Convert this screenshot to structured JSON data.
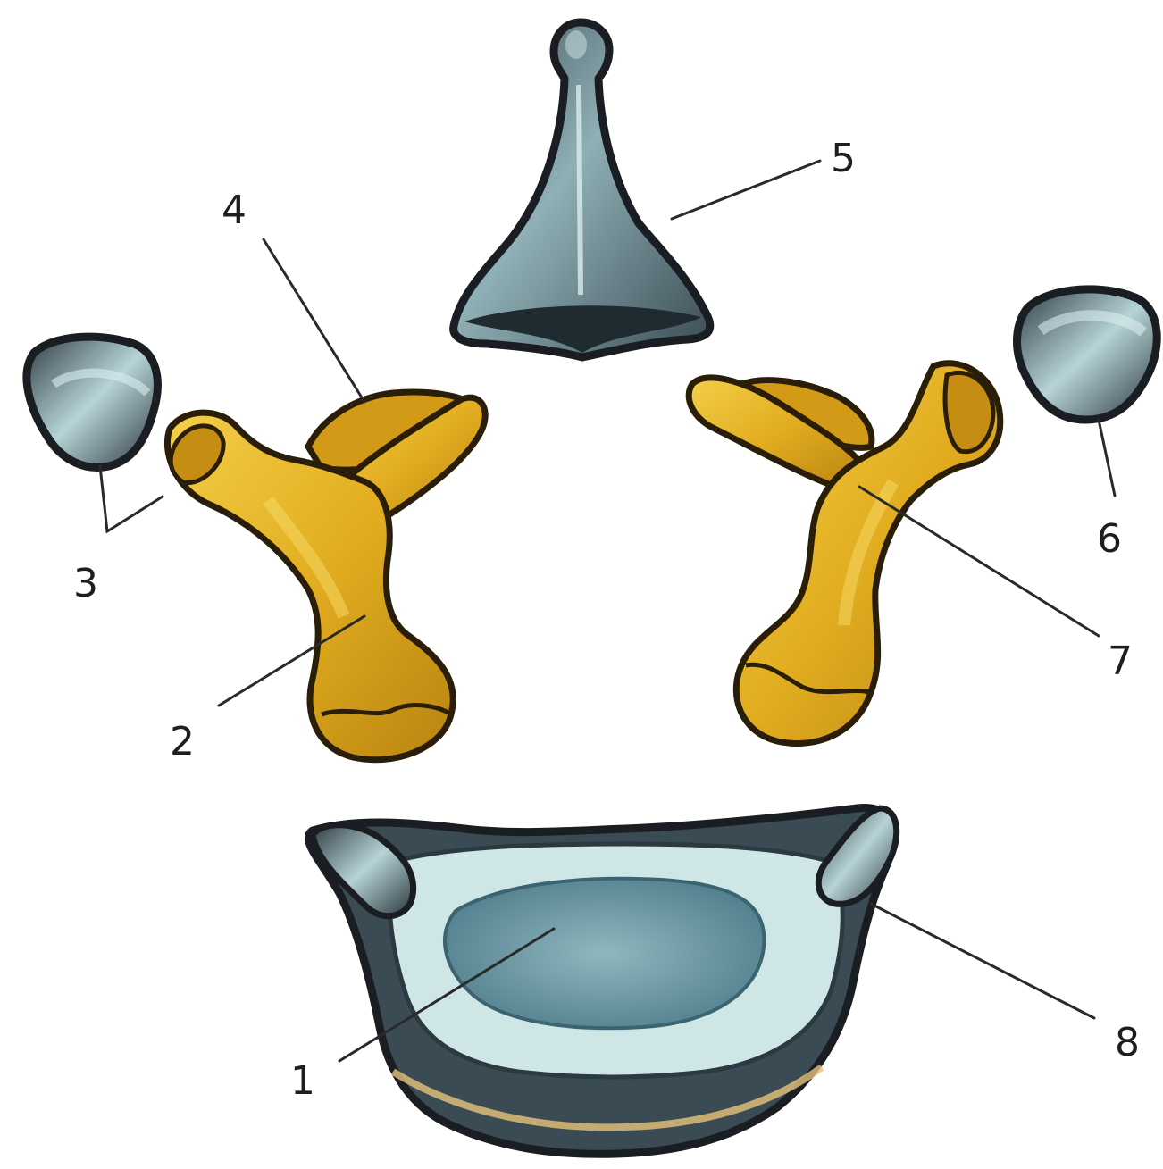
{
  "figure": {
    "labels": {
      "l1": "1",
      "l2": "2",
      "l3": "3",
      "l4": "4",
      "l5": "5",
      "l6": "6",
      "l7": "7",
      "l8": "8"
    }
  },
  "colors": {
    "bone_gray": "#6f8f98",
    "bone_gray_dark": "#2c3a42",
    "bone_gray_light": "#b9d4d6",
    "disc_center": "#5f8c97",
    "cartilage_yellow": "#e7b92a",
    "cartilage_yellow_dark": "#9b6a08",
    "cartilage_highlight": "#f6d85a",
    "outline": "#1a1d22",
    "leader_line": "#2a2a2a"
  }
}
